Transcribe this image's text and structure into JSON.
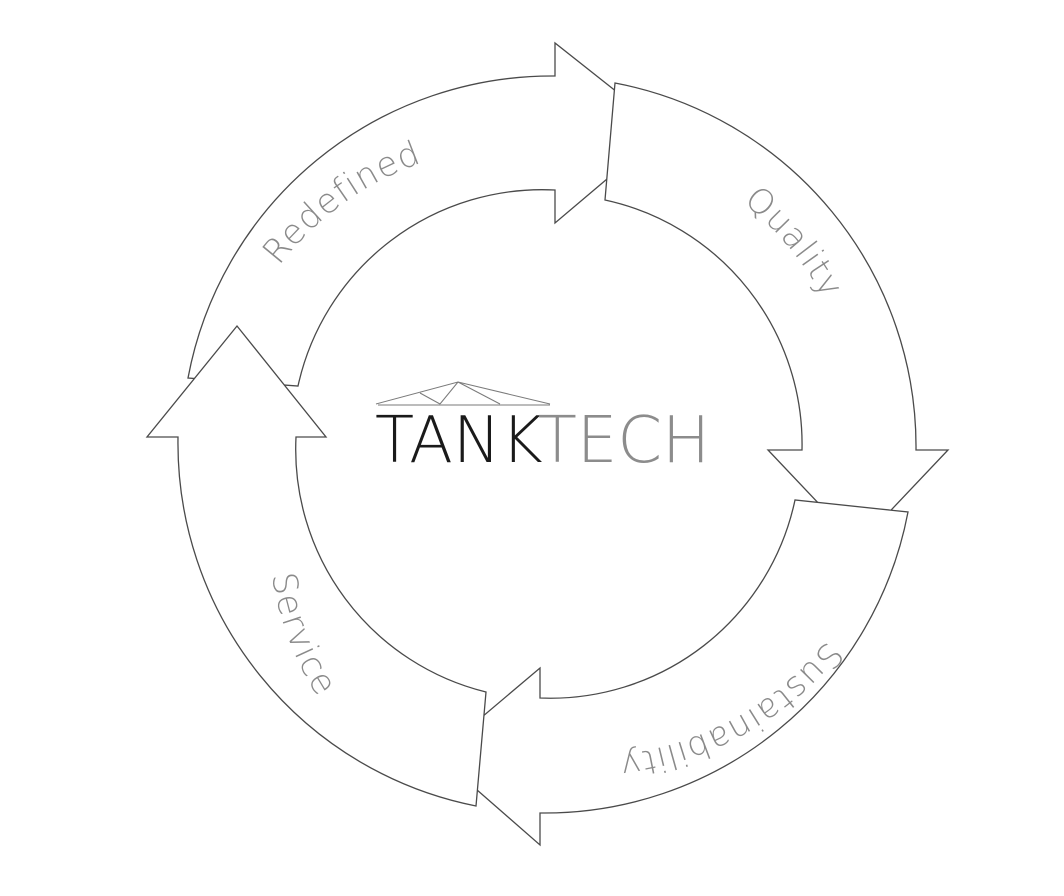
{
  "diagram": {
    "labels": {
      "redefined": "Redefined",
      "quality": "Quality",
      "sustainability": "Sustainability",
      "service": "Service"
    },
    "logo": {
      "part1": "TANK",
      "part2": "TECH",
      "color_part1": "#1a1a1a",
      "color_part2": "#8c8c8c"
    },
    "colors": {
      "outline": "#4a4a4a",
      "label": "#8a8a8a"
    }
  }
}
